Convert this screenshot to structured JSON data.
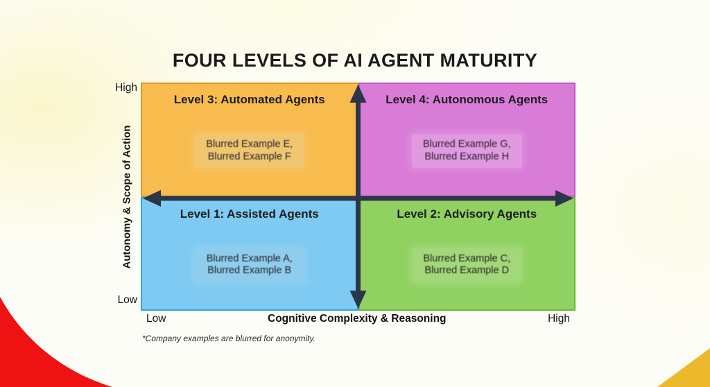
{
  "page": {
    "title": "FOUR LEVELS OF AI AGENT MATURITY",
    "footnote": "*Company examples are blurred for anonymity."
  },
  "axes": {
    "y_label": "Autonomy & Scope of Action",
    "x_label": "Cognitive Complexity & Reasoning",
    "y_top_tick": "High",
    "y_bottom_tick": "Low",
    "x_left_tick": "Low",
    "x_right_tick": "High",
    "arrow_color": "#2b3648"
  },
  "quadrants": [
    {
      "position": "top-left",
      "label": "Level 3: Automated Agents",
      "example_line1": "Blurred Example E,",
      "example_line2": "Blurred Example F",
      "fill": "#f8bb4d",
      "border": "#d99a26",
      "box_fill": "#f1c671"
    },
    {
      "position": "top-right",
      "label": "Level 4: Autonomous Agents",
      "example_line1": "Blurred Example G,",
      "example_line2": "Blurred Example H",
      "fill": "#d97cd8",
      "border": "#c159bf",
      "box_fill": "#e199df"
    },
    {
      "position": "bottom-left",
      "label": "Level 1: Assisted Agents",
      "example_line1": "Blurred Example A,",
      "example_line2": "Blurred Example B",
      "fill": "#7ecaf2",
      "border": "#2da2e2",
      "box_fill": "#8fcdec"
    },
    {
      "position": "bottom-right",
      "label": "Level 2: Advisory Agents",
      "example_line1": "Blurred Example C,",
      "example_line2": "Blurred Example D",
      "fill": "#90d161",
      "border": "#63b935",
      "box_fill": "#a2d877"
    }
  ],
  "decorations": {
    "red_wave": "#ee1212",
    "gold_corner": "#edb92c",
    "background": "#fdfdf7"
  }
}
